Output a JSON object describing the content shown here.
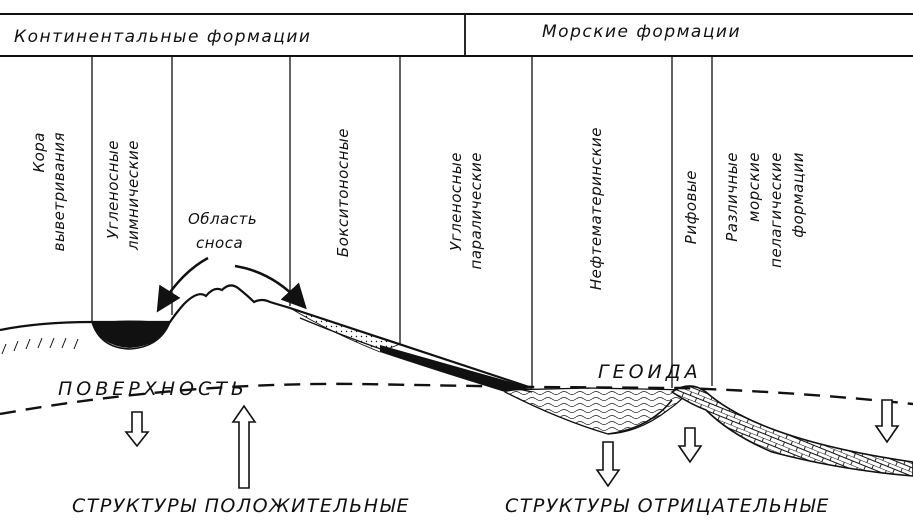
{
  "headers": {
    "continental": "Континентальные  формации",
    "marine": "Морские  формации"
  },
  "columns": {
    "weathering_crust": [
      "Кора",
      "выветривания"
    ],
    "coal_limnic": [
      "Угленосные",
      "лимнические"
    ],
    "bauxite": [
      "Бокситоносные"
    ],
    "coal_paralic": [
      "Угленосные",
      "паралические"
    ],
    "oil_source": [
      "Нефтематеринские"
    ],
    "reef": [
      "Рифовые"
    ],
    "pelagic": [
      "Различные",
      "морские",
      "пелагические",
      "формации"
    ]
  },
  "erosion_area": [
    "Область",
    "сноса"
  ],
  "geoid_left": "ПОВЕРХНОСТЬ",
  "geoid_right": "ГЕОИДА",
  "structures_positive": "СТРУКТУРЫ  ПОЛОЖИТЕЛЬНЫЕ",
  "structures_negative": "СТРУКТУРЫ  ОТРИЦАТЕЛЬНЫЕ"
}
